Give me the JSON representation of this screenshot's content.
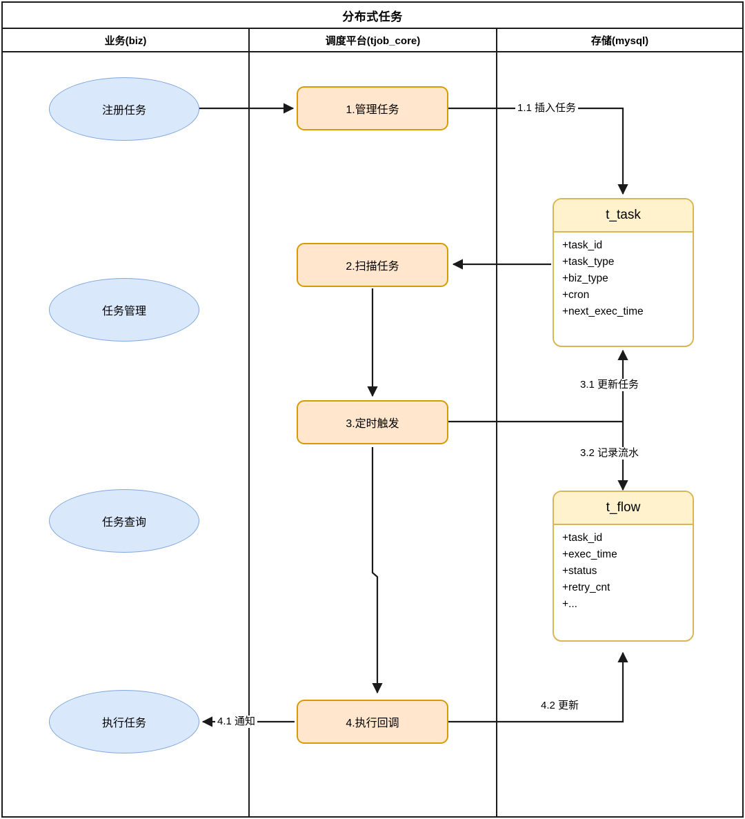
{
  "pool": {
    "title": "分布式任务",
    "lanes": [
      {
        "id": "biz",
        "label": "业务(biz)"
      },
      {
        "id": "core",
        "label": "调度平台(tjob_core)"
      },
      {
        "id": "mysql",
        "label": "存储(mysql)"
      }
    ]
  },
  "colors": {
    "ellipse_fill": "#dae8fc",
    "ellipse_stroke": "#7ea6e0",
    "process_fill": "#ffe6cc",
    "process_stroke": "#d79b00",
    "table_header_fill": "#fff2cc",
    "table_stroke": "#d6b656",
    "table_body_fill": "#ffffff",
    "line": "#1a1a1a",
    "lane_border": "#1a1a1a"
  },
  "biz_nodes": [
    {
      "id": "register",
      "label": "注册任务"
    },
    {
      "id": "manage",
      "label": "任务管理"
    },
    {
      "id": "query",
      "label": "任务查询"
    },
    {
      "id": "execute",
      "label": "执行任务"
    }
  ],
  "core_nodes": [
    {
      "id": "step1",
      "label": "1.管理任务"
    },
    {
      "id": "step2",
      "label": "2.扫描任务"
    },
    {
      "id": "step3",
      "label": "3.定时触发"
    },
    {
      "id": "step4",
      "label": "4.执行回调"
    }
  ],
  "tables": [
    {
      "id": "t_task",
      "name": "t_task",
      "fields": [
        "+task_id",
        "+task_type",
        "+biz_type",
        "+cron",
        "+next_exec_time"
      ]
    },
    {
      "id": "t_flow",
      "name": "t_flow",
      "fields": [
        "+task_id",
        "+exec_time",
        "+status",
        "+retry_cnt",
        "+..."
      ]
    }
  ],
  "edge_labels": [
    {
      "id": "e11",
      "text": "1.1 插入任务"
    },
    {
      "id": "e31",
      "text": "3.1 更新任务"
    },
    {
      "id": "e32",
      "text": "3.2 记录流水"
    },
    {
      "id": "e41",
      "text": "4.1 通知"
    },
    {
      "id": "e42",
      "text": "4.2 更新"
    }
  ]
}
